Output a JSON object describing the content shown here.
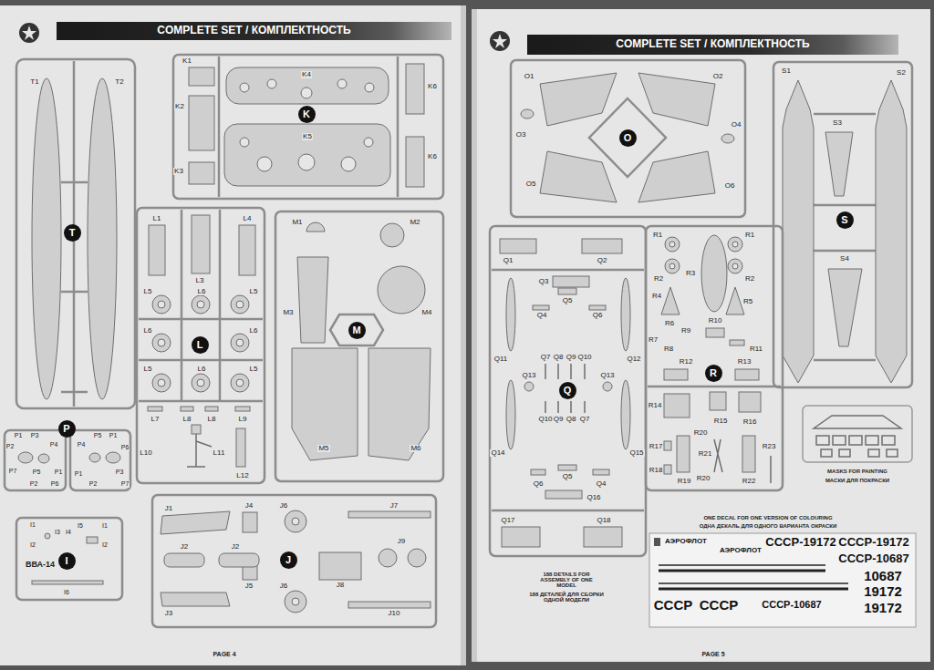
{
  "diagram": {
    "nodes": [
      {
        "text": [
          "COMPLETE SET / КОМПЛЕКТНОСТЬ"
        ]
      },
      {
        "text": [
          "T"
        ]
      },
      {
        "text": [
          "K"
        ]
      },
      {
        "text": [
          "L"
        ]
      },
      {
        "text": [
          "M"
        ]
      },
      {
        "text": [
          "P"
        ]
      },
      {
        "text": [
          "I"
        ]
      },
      {
        "text": [
          "J"
        ]
      },
      {
        "text": [
          "COMPLETE SET / КОМПЛЕКТНОСТЬ"
        ]
      },
      {
        "text": [
          "O"
        ]
      },
      {
        "text": [
          "S"
        ]
      },
      {
        "text": [
          "Q"
        ]
      },
      {
        "text": [
          "R"
        ]
      }
    ],
    "labels": [
      "T1",
      "T2",
      "K1",
      "K2",
      "K3",
      "K4",
      "K5",
      "K6",
      "K6",
      "L1",
      "L3",
      "L4",
      "L5",
      "L6",
      "L5",
      "L6",
      "L6",
      "L5",
      "L6",
      "L5",
      "L7",
      "L8",
      "L8",
      "L9",
      "L10",
      "L11",
      "L12",
      "M1",
      "M2",
      "M3",
      "M4",
      "M5",
      "M6",
      "P1",
      "P3",
      "P2",
      "P4",
      "P7",
      "P5",
      "P1",
      "P2",
      "P6",
      "P4",
      "P5",
      "P1",
      "P6",
      "P3",
      "P1",
      "P2",
      "P7",
      "I1",
      "I3",
      "I4",
      "I5",
      "I1",
      "I2",
      "I2",
      "ВВА-14",
      "I6",
      "J1",
      "J4",
      "J6",
      "J7",
      "J2",
      "J2",
      "J9",
      "J8",
      "J5",
      "J6",
      "J3",
      "J10",
      "PAGE 4",
      "O1",
      "O2",
      "O3",
      "O4",
      "O5",
      "O6",
      "S1",
      "S2",
      "S3",
      "S4",
      "Q1",
      "Q2",
      "Q3",
      "Q5",
      "Q4",
      "Q6",
      "Q7",
      "Q8",
      "Q9",
      "Q10",
      "Q11",
      "Q12",
      "Q13",
      "Q13",
      "Q10",
      "Q9",
      "Q8",
      "Q7",
      "Q14",
      "Q15",
      "Q5",
      "Q6",
      "Q4",
      "Q16",
      "Q17",
      "Q18",
      "R1",
      "R1",
      "R3",
      "R2",
      "R2",
      "R4",
      "R5",
      "R6",
      "R10",
      "R9",
      "R7",
      "R8",
      "R11",
      "R12",
      "R13",
      "R14",
      "R20",
      "R15",
      "R16",
      "R17",
      "R21",
      "R23",
      "R18",
      "R19",
      "R20",
      "R22",
      "MASKS FOR PAINTING",
      "МАСКИ ДЛЯ ПОКРАСКИ",
      "ONE DECAL FOR ONE VERSION OF COLOURING",
      "ОДНА ДЕКАЛЬ ДЛЯ ОДНОГО ВАРИАНТА ОКРАСКИ",
      "188 DETAILS FOR ASSEMBLY OF ONE MODEL",
      "188 ДЕТАЛЕЙ ДЛЯ СБОРКИ ОДНОЙ МОДЕЛИ",
      "АЭРОФЛОТ",
      "АЭРОФЛОТ",
      "СССР-19172",
      "СССР-19172",
      "СССР-10687",
      "10687",
      "19172",
      "СССР",
      "СССР",
      "СССР-10687",
      "19172",
      "PAGE 5"
    ]
  }
}
